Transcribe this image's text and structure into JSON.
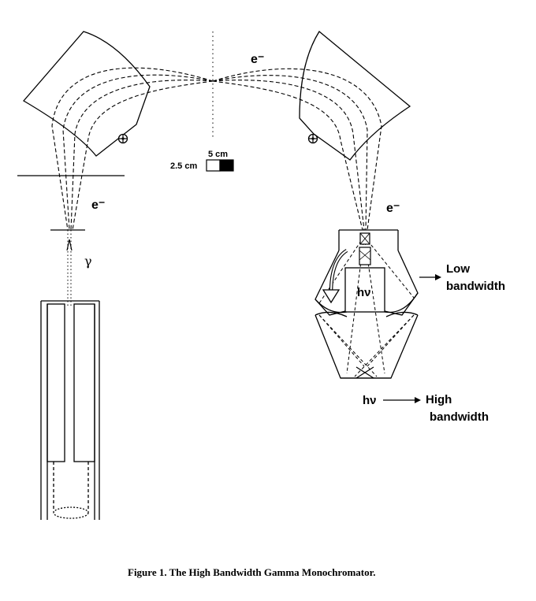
{
  "labels": {
    "electron_top": "e⁻",
    "electron_left": "e⁻",
    "electron_right": "e⁻",
    "gamma": "γ",
    "hv_inner": "hν",
    "hv_bottom": "hν",
    "low_bandwidth_line1": "Low",
    "low_bandwidth_line2": "bandwidth",
    "high_bandwidth_line1": "High",
    "high_bandwidth_line2": "bandwidth",
    "scale_5cm": "5 cm",
    "scale_2_5cm": "2.5 cm"
  },
  "caption": "Figure 1.  The High Bandwidth Gamma Monochromator."
}
